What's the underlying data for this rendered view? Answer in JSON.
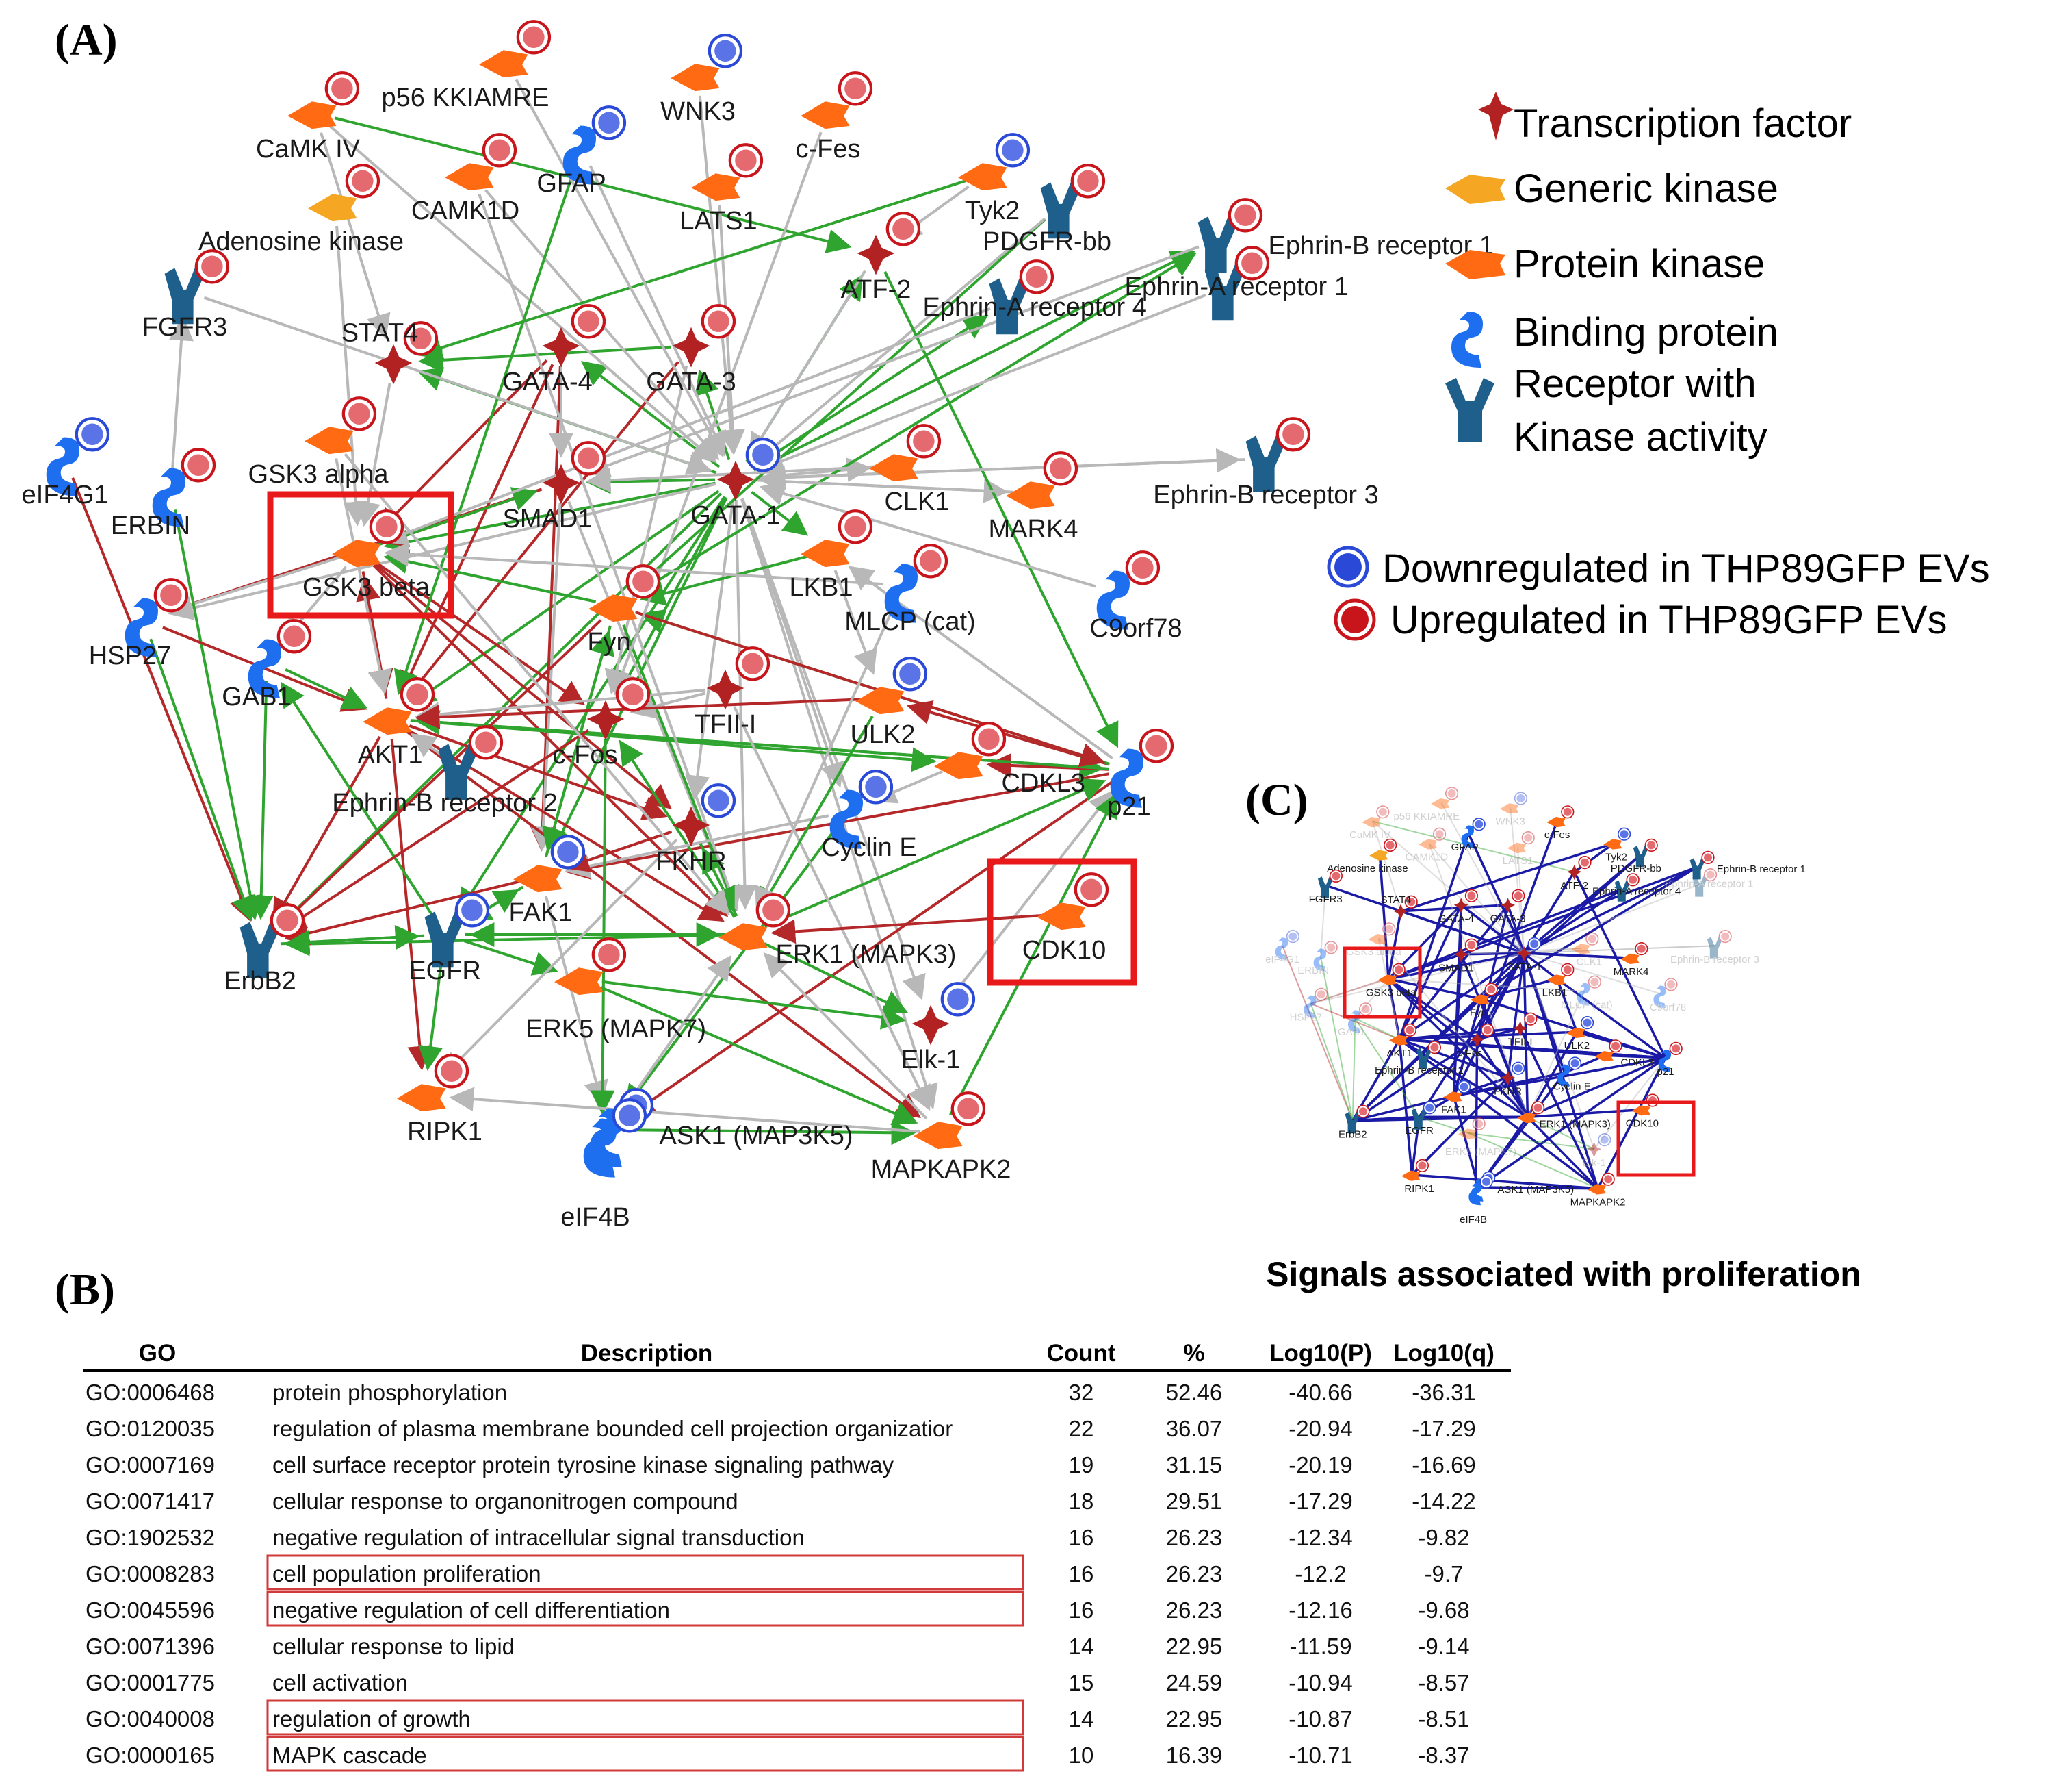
{
  "panels": {
    "a": "(A)",
    "b": "(B)",
    "c": "(C)"
  },
  "legend": {
    "transcription_factor": "Transcription factor",
    "generic_kinase": "Generic kinase",
    "protein_kinase": "Protein kinase",
    "binding_protein": "Binding protein",
    "receptor_line1": "Receptor with",
    "receptor_line2": "Kinase activity",
    "downregulated": "Downregulated  in THP89GFP EVs",
    "upregulated": "Upregulated  in THP89GFP EVs"
  },
  "colors": {
    "transcription_factor": "#b22222",
    "generic_kinase": "#f5a623",
    "protein_kinase": "#ff6a13",
    "binding_protein": "#1e6ff0",
    "receptor": "#1f5f8b",
    "up": "#c8151b",
    "down": "#2a49d6",
    "edge_activation": "#2fa52f",
    "edge_inhibition": "#b5282a",
    "edge_unspecified": "#b8b8b8",
    "edge_highlight": "#1a1aa6",
    "highlight_box": "#e8191b"
  },
  "network": {
    "nodes": [
      {
        "id": "p56",
        "label": "p56 KKIAMRE",
        "type": "protein_kinase",
        "reg": "up"
      },
      {
        "id": "WNK3",
        "label": "WNK3",
        "type": "protein_kinase",
        "reg": "down"
      },
      {
        "id": "cFes",
        "label": "c-Fes",
        "type": "protein_kinase",
        "reg": "up"
      },
      {
        "id": "CaMKIV",
        "label": "CaMK IV",
        "type": "protein_kinase",
        "reg": "up"
      },
      {
        "id": "GFAP",
        "label": "GFAP",
        "type": "binding_protein",
        "reg": "down"
      },
      {
        "id": "CAMK1D",
        "label": "CAMK1D",
        "type": "protein_kinase",
        "reg": "up"
      },
      {
        "id": "LATS1",
        "label": "LATS1",
        "type": "protein_kinase",
        "reg": "up"
      },
      {
        "id": "Tyk2",
        "label": "Tyk2",
        "type": "protein_kinase",
        "reg": "down"
      },
      {
        "id": "AdoK",
        "label": "Adenosine kinase",
        "type": "generic_kinase",
        "reg": "up"
      },
      {
        "id": "PDGFRbb",
        "label": "PDGFR-bb",
        "type": "receptor",
        "reg": "up"
      },
      {
        "id": "ATF2",
        "label": "ATF-2",
        "type": "transcription_factor",
        "reg": "up"
      },
      {
        "id": "FGFR3",
        "label": "FGFR3",
        "type": "receptor",
        "reg": "up"
      },
      {
        "id": "EphB1",
        "label": "Ephrin-B receptor 1",
        "type": "receptor",
        "reg": "up"
      },
      {
        "id": "EphA4",
        "label": "Ephrin-A receptor 4",
        "type": "receptor",
        "reg": "up"
      },
      {
        "id": "EphA1",
        "label": "Ephrin-A receptor 1",
        "type": "receptor",
        "reg": "up"
      },
      {
        "id": "STAT4",
        "label": "STAT4",
        "type": "transcription_factor",
        "reg": "up"
      },
      {
        "id": "GATA4",
        "label": "GATA-4",
        "type": "transcription_factor",
        "reg": "up"
      },
      {
        "id": "GATA3",
        "label": "GATA-3",
        "type": "transcription_factor",
        "reg": "up"
      },
      {
        "id": "eIF4G1",
        "label": "eIF4G1",
        "type": "binding_protein",
        "reg": "down"
      },
      {
        "id": "GSK3a",
        "label": "GSK3 alpha",
        "type": "protein_kinase",
        "reg": "up"
      },
      {
        "id": "ERBIN",
        "label": "ERBIN",
        "type": "binding_protein",
        "reg": "up"
      },
      {
        "id": "GATA1",
        "label": "GATA-1",
        "type": "transcription_factor",
        "reg": "down"
      },
      {
        "id": "SMAD1",
        "label": "SMAD1",
        "type": "transcription_factor",
        "reg": "up"
      },
      {
        "id": "CLK1",
        "label": "CLK1",
        "type": "protein_kinase",
        "reg": "up"
      },
      {
        "id": "MARK4",
        "label": "MARK4",
        "type": "protein_kinase",
        "reg": "up"
      },
      {
        "id": "EphB3",
        "label": "Ephrin-B receptor 3",
        "type": "receptor",
        "reg": "up"
      },
      {
        "id": "GSK3b",
        "label": "GSK3 beta",
        "type": "protein_kinase",
        "reg": "up"
      },
      {
        "id": "LKB1",
        "label": "LKB1",
        "type": "protein_kinase",
        "reg": "up"
      },
      {
        "id": "HSP27",
        "label": "HSP27",
        "type": "binding_protein",
        "reg": "up"
      },
      {
        "id": "MLCP",
        "label": "MLCP (cat)",
        "type": "binding_protein",
        "reg": "up"
      },
      {
        "id": "C9orf78",
        "label": "C9orf78",
        "type": "binding_protein",
        "reg": "up"
      },
      {
        "id": "Fyn",
        "label": "Fyn",
        "type": "protein_kinase",
        "reg": "up"
      },
      {
        "id": "GAB1",
        "label": "GAB1",
        "type": "binding_protein",
        "reg": "up"
      },
      {
        "id": "ULK2",
        "label": "ULK2",
        "type": "protein_kinase",
        "reg": "down"
      },
      {
        "id": "TFIII",
        "label": "TFII-I",
        "type": "transcription_factor",
        "reg": "up"
      },
      {
        "id": "AKT1",
        "label": "AKT1",
        "type": "protein_kinase",
        "reg": "up"
      },
      {
        "id": "cFos",
        "label": "c-Fos",
        "type": "transcription_factor",
        "reg": "up"
      },
      {
        "id": "EphB2",
        "label": "Ephrin-B receptor 2",
        "type": "receptor",
        "reg": "up"
      },
      {
        "id": "CDKL3",
        "label": "CDKL3",
        "type": "protein_kinase",
        "reg": "up"
      },
      {
        "id": "p21",
        "label": "p21",
        "type": "binding_protein",
        "reg": "up"
      },
      {
        "id": "FKHR",
        "label": "FKHR",
        "type": "transcription_factor",
        "reg": "down"
      },
      {
        "id": "CyclinE",
        "label": "Cyclin E",
        "type": "binding_protein",
        "reg": "down"
      },
      {
        "id": "FAK1",
        "label": "FAK1",
        "type": "protein_kinase",
        "reg": "down"
      },
      {
        "id": "CDK10",
        "label": "CDK10",
        "type": "protein_kinase",
        "reg": "up"
      },
      {
        "id": "ErbB2",
        "label": "ErbB2",
        "type": "receptor",
        "reg": "up"
      },
      {
        "id": "EGFR",
        "label": "EGFR",
        "type": "receptor",
        "reg": "down"
      },
      {
        "id": "ERK1",
        "label": "ERK1 (MAPK3)",
        "type": "protein_kinase",
        "reg": "up"
      },
      {
        "id": "ERK5",
        "label": "ERK5 (MAPK7)",
        "type": "protein_kinase",
        "reg": "up"
      },
      {
        "id": "Elk1",
        "label": "Elk-1",
        "type": "transcription_factor",
        "reg": "down"
      },
      {
        "id": "RIPK1",
        "label": "RIPK1",
        "type": "protein_kinase",
        "reg": "up"
      },
      {
        "id": "ASK1",
        "label": "ASK1 (MAP3K5)",
        "type": "binding_protein",
        "reg": "down"
      },
      {
        "id": "MAPKAPK2",
        "label": "MAPKAPK2",
        "type": "protein_kinase",
        "reg": "up"
      },
      {
        "id": "eIF4B",
        "label": "eIF4B",
        "type": "binding_protein",
        "reg": "down"
      }
    ],
    "edges": [
      [
        "GATA1",
        "GATA4",
        "green"
      ],
      [
        "GATA1",
        "GATA3",
        "green"
      ],
      [
        "GATA1",
        "STAT4",
        "green"
      ],
      [
        "GATA1",
        "SMAD1",
        "green"
      ],
      [
        "GATA1",
        "GSK3b",
        "green"
      ],
      [
        "GATA1",
        "ATF2",
        "green"
      ],
      [
        "GATA1",
        "EphA4",
        "green"
      ],
      [
        "GATA1",
        "EphB1",
        "green"
      ],
      [
        "GATA1",
        "EphB3",
        "grey"
      ],
      [
        "GATA1",
        "CLK1",
        "grey"
      ],
      [
        "GATA1",
        "MARK4",
        "grey"
      ],
      [
        "GATA1",
        "LKB1",
        "green"
      ],
      [
        "GATA1",
        "HSP27",
        "grey"
      ],
      [
        "GATA1",
        "FKHR",
        "grey"
      ],
      [
        "GATA1",
        "cFos",
        "green"
      ],
      [
        "GATA1",
        "AKT1",
        "green"
      ],
      [
        "GATA1",
        "FAK1",
        "green"
      ],
      [
        "GATA1",
        "ERK1",
        "grey"
      ],
      [
        "GATA1",
        "CyclinE",
        "grey"
      ],
      [
        "GATA1",
        "Elk1",
        "grey"
      ],
      [
        "GATA1",
        "EGFR",
        "green"
      ],
      [
        "GATA1",
        "ErbB2",
        "green"
      ],
      [
        "GATA1",
        "MAPKAPK2",
        "grey"
      ],
      [
        "GATA4",
        "GSK3b",
        "red"
      ],
      [
        "GATA4",
        "AKT1",
        "red"
      ],
      [
        "GATA4",
        "FAK1",
        "red"
      ],
      [
        "GATA4",
        "SMAD1",
        "grey"
      ],
      [
        "GATA3",
        "STAT4",
        "green"
      ],
      [
        "GATA3",
        "AKT1",
        "red"
      ],
      [
        "GATA3",
        "cFos",
        "grey"
      ],
      [
        "SMAD1",
        "GSK3b",
        "red"
      ],
      [
        "SMAD1",
        "HSP27",
        "red"
      ],
      [
        "SMAD1",
        "FAK1",
        "grey"
      ],
      [
        "SMAD1",
        "ERK1",
        "grey"
      ],
      [
        "GSK3b",
        "AKT1",
        "red"
      ],
      [
        "GSK3b",
        "ERK1",
        "red"
      ],
      [
        "GSK3b",
        "cFos",
        "red"
      ],
      [
        "GSK3b",
        "GAB1",
        "grey"
      ],
      [
        "GSK3b",
        "HSP27",
        "grey"
      ],
      [
        "GSK3b",
        "FKHR",
        "red"
      ],
      [
        "GSK3b",
        "SMAD1",
        "green"
      ],
      [
        "AKT1",
        "FKHR",
        "red"
      ],
      [
        "AKT1",
        "GSK3b",
        "red"
      ],
      [
        "AKT1",
        "ErbB2",
        "red"
      ],
      [
        "AKT1",
        "CDKL3",
        "green"
      ],
      [
        "AKT1",
        "ERK1",
        "red"
      ],
      [
        "AKT1",
        "p21",
        "green"
      ],
      [
        "AKT1",
        "MAPKAPK2",
        "red"
      ],
      [
        "AKT1",
        "RIPK1",
        "red"
      ],
      [
        "p21",
        "CDKL3",
        "red"
      ],
      [
        "p21",
        "ULK2",
        "red"
      ],
      [
        "p21",
        "FAK1",
        "red"
      ],
      [
        "p21",
        "ASK1",
        "red"
      ],
      [
        "p21",
        "AKT1",
        "green"
      ],
      [
        "p21",
        "Fyn",
        "green"
      ],
      [
        "p21",
        "LKB1",
        "grey"
      ],
      [
        "ERK1",
        "Elk1",
        "green"
      ],
      [
        "ERK1",
        "p21",
        "green"
      ],
      [
        "ERK1",
        "FKHR",
        "green"
      ],
      [
        "ERK1",
        "ErbB2",
        "green"
      ],
      [
        "ERK1",
        "cFos",
        "green"
      ],
      [
        "ERK1",
        "EGFR",
        "green"
      ],
      [
        "ERK5",
        "Elk1",
        "green"
      ],
      [
        "ERK5",
        "MAPKAPK2",
        "green"
      ],
      [
        "FAK1",
        "EGFR",
        "green"
      ],
      [
        "FAK1",
        "ErbB2",
        "red"
      ],
      [
        "FAK1",
        "Fyn",
        "green"
      ],
      [
        "FAK1",
        "ASK1",
        "grey"
      ],
      [
        "EGFR",
        "ErbB2",
        "green"
      ],
      [
        "EGFR",
        "FAK1",
        "green"
      ],
      [
        "EGFR",
        "ERK1",
        "green"
      ],
      [
        "EGFR",
        "RIPK1",
        "green"
      ],
      [
        "EGFR",
        "GAB1",
        "green"
      ],
      [
        "EGFR",
        "ERK5",
        "green"
      ],
      [
        "Fyn",
        "FAK1",
        "green"
      ],
      [
        "Fyn",
        "ErbB2",
        "red"
      ],
      [
        "Fyn",
        "GSK3b",
        "green"
      ],
      [
        "Fyn",
        "ERK1",
        "green"
      ],
      [
        "Fyn",
        "EphB1",
        "green"
      ],
      [
        "Fyn",
        "p21",
        "red"
      ],
      [
        "LKB1",
        "Fyn",
        "green"
      ],
      [
        "LKB1",
        "ULK2",
        "grey"
      ],
      [
        "CaMKIV",
        "ATF2",
        "green"
      ],
      [
        "CaMKIV",
        "STAT4",
        "grey"
      ],
      [
        "CaMKIV",
        "GATA1",
        "grey"
      ],
      [
        "CAMK1D",
        "GATA1",
        "grey"
      ],
      [
        "CAMK1D",
        "ERK1",
        "grey"
      ],
      [
        "LATS1",
        "GATA1",
        "grey"
      ],
      [
        "cFes",
        "cFos",
        "grey"
      ],
      [
        "WNK3",
        "GATA1",
        "grey"
      ],
      [
        "Tyk2",
        "STAT4",
        "green"
      ],
      [
        "Tyk2",
        "ATF2",
        "grey"
      ],
      [
        "PDGFRbb",
        "Fyn",
        "green"
      ],
      [
        "PDGFRbb",
        "GATA1",
        "grey"
      ],
      [
        "ATF2",
        "p21",
        "green"
      ],
      [
        "ATF2",
        "GATA1",
        "grey"
      ],
      [
        "GFAP",
        "GATA1",
        "grey"
      ],
      [
        "GFAP",
        "AKT1",
        "green"
      ],
      [
        "p56",
        "GATA1",
        "grey"
      ],
      [
        "AdoK",
        "GSK3b",
        "grey"
      ],
      [
        "FGFR3",
        "GATA1",
        "grey"
      ],
      [
        "ERBIN",
        "ErbB2",
        "green"
      ],
      [
        "ERBIN",
        "FGFR3",
        "grey"
      ],
      [
        "eIF4G1",
        "ErbB2",
        "red"
      ],
      [
        "HSP27",
        "ErbB2",
        "green"
      ],
      [
        "HSP27",
        "AKT1",
        "red"
      ],
      [
        "GAB1",
        "ErbB2",
        "green"
      ],
      [
        "GAB1",
        "AKT1",
        "green"
      ],
      [
        "CDKL3",
        "CyclinE",
        "grey"
      ],
      [
        "CyclinE",
        "ASK1",
        "green"
      ],
      [
        "CyclinE",
        "FAK1",
        "grey"
      ],
      [
        "FKHR",
        "FAK1",
        "red"
      ],
      [
        "FKHR",
        "ERK1",
        "green"
      ],
      [
        "FKHR",
        "RIPK1",
        "grey"
      ],
      [
        "TFIII",
        "cFos",
        "grey"
      ],
      [
        "TFIII",
        "AKT1",
        "grey"
      ],
      [
        "TFIII",
        "MAPKAPK2",
        "grey"
      ],
      [
        "ULK2",
        "ERK1",
        "green"
      ],
      [
        "ULK2",
        "AKT1",
        "red"
      ],
      [
        "MLCP",
        "ERK1",
        "grey"
      ],
      [
        "MLCP",
        "GSK3b",
        "grey"
      ],
      [
        "cFos",
        "ErbB2",
        "red"
      ],
      [
        "cFos",
        "eIF4B",
        "green"
      ],
      [
        "ASK1",
        "ERK1",
        "grey"
      ],
      [
        "ASK1",
        "MAPKAPK2",
        "green"
      ],
      [
        "MAPKAPK2",
        "RIPK1",
        "grey"
      ],
      [
        "MAPKAPK2",
        "ERK1",
        "grey"
      ],
      [
        "EphA1",
        "GATA1",
        "grey"
      ],
      [
        "EphB3",
        "GATA1",
        "grey"
      ],
      [
        "EphA4",
        "GSK3b",
        "grey"
      ],
      [
        "EphB1",
        "SMAD1",
        "grey"
      ],
      [
        "CLK1",
        "SMAD1",
        "grey"
      ],
      [
        "MARK4",
        "GATA1",
        "grey"
      ],
      [
        "C9orf78",
        "GATA1",
        "grey"
      ],
      [
        "STAT4",
        "GSK3b",
        "grey"
      ],
      [
        "GSK3a",
        "AKT1",
        "grey"
      ],
      [
        "GSK3a",
        "ERK1",
        "grey"
      ],
      [
        "EphB2",
        "AKT1",
        "grey"
      ],
      [
        "Elk1",
        "p21",
        "grey"
      ],
      [
        "ErbB2",
        "EGFR",
        "green"
      ],
      [
        "CDK10",
        "ERK1",
        "red"
      ],
      [
        "MAPKAPK2",
        "p21",
        "green"
      ]
    ]
  },
  "highlights": {
    "box1_label": "GSK3 beta",
    "box2_label": "CDK10"
  },
  "panel_c": {
    "caption": "Signals associated with proliferation"
  },
  "go_table": {
    "columns": [
      "GO",
      "Description",
      "Count",
      "%",
      "Log10(P)",
      "Log10(q)"
    ],
    "rows": [
      {
        "go": "GO:0006468",
        "desc": "protein phosphorylation",
        "count": "32",
        "pct": "52.46",
        "logp": "-40.66",
        "logq": "-36.31",
        "boxed": false
      },
      {
        "go": "GO:0120035",
        "desc": "regulation of plasma membrane bounded cell projection organizatior",
        "count": "22",
        "pct": "36.07",
        "logp": "-20.94",
        "logq": "-17.29",
        "boxed": false
      },
      {
        "go": "GO:0007169",
        "desc": "cell surface receptor protein tyrosine kinase signaling pathway",
        "count": "19",
        "pct": "31.15",
        "logp": "-20.19",
        "logq": "-16.69",
        "boxed": false
      },
      {
        "go": "GO:0071417",
        "desc": "cellular response to organonitrogen compound",
        "count": "18",
        "pct": "29.51",
        "logp": "-17.29",
        "logq": "-14.22",
        "boxed": false
      },
      {
        "go": "GO:1902532",
        "desc": "negative regulation of intracellular signal transduction",
        "count": "16",
        "pct": "26.23",
        "logp": "-12.34",
        "logq": "-9.82",
        "boxed": false
      },
      {
        "go": "GO:0008283",
        "desc": "cell population proliferation",
        "count": "16",
        "pct": "26.23",
        "logp": "-12.2",
        "logq": "-9.7",
        "boxed": true
      },
      {
        "go": "GO:0045596",
        "desc": "negative regulation of cell differentiation",
        "count": "16",
        "pct": "26.23",
        "logp": "-12.16",
        "logq": "-9.68",
        "boxed": true
      },
      {
        "go": "GO:0071396",
        "desc": "cellular response to lipid",
        "count": "14",
        "pct": "22.95",
        "logp": "-11.59",
        "logq": "-9.14",
        "boxed": false
      },
      {
        "go": "GO:0001775",
        "desc": "cell activation",
        "count": "15",
        "pct": "24.59",
        "logp": "-10.94",
        "logq": "-8.57",
        "boxed": false
      },
      {
        "go": "GO:0040008",
        "desc": "regulation of growth",
        "count": "14",
        "pct": "22.95",
        "logp": "-10.87",
        "logq": "-8.51",
        "boxed": true
      },
      {
        "go": "GO:0000165",
        "desc": "MAPK cascade",
        "count": "10",
        "pct": "16.39",
        "logp": "-10.71",
        "logq": "-8.37",
        "boxed": true
      }
    ]
  }
}
